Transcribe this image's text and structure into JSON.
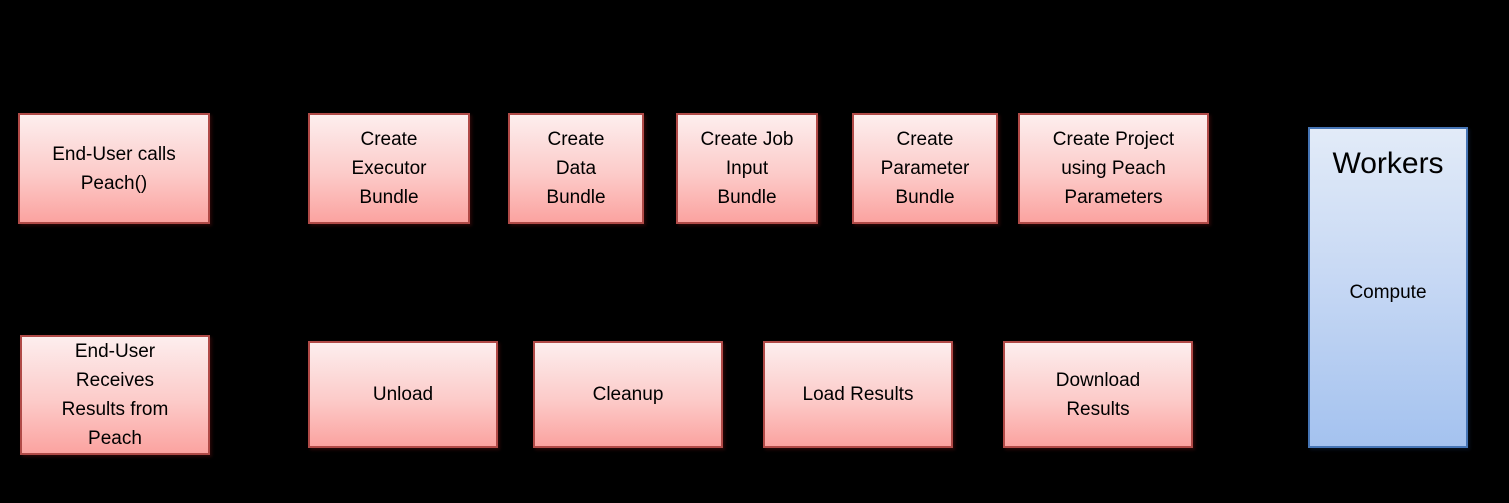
{
  "diagram": {
    "description": "Peach() call flow diagram",
    "background_color": "#000000",
    "colors": {
      "pink_gradient_top": "#fdeeee",
      "pink_gradient_bottom": "#fba3a0",
      "pink_border": "#b04a47",
      "blue_gradient_top": "#e2ebf8",
      "blue_gradient_bottom": "#a4c2ef",
      "blue_border": "#4675b5",
      "text": "#000000",
      "connector": "#000000"
    },
    "top_row": [
      {
        "label": "End-User calls\nPeach()"
      },
      {
        "label": "Create\nExecutor\nBundle"
      },
      {
        "label": "Create\nData\nBundle"
      },
      {
        "label": "Create Job\nInput\nBundle"
      },
      {
        "label": "Create\nParameter\nBundle"
      },
      {
        "label": "Create Project\nusing Peach\nParameters"
      }
    ],
    "bottom_row": [
      {
        "label": "End-User\nReceives\nResults from\nPeach"
      },
      {
        "label": "Unload"
      },
      {
        "label": "Cleanup"
      },
      {
        "label": "Load Results"
      },
      {
        "label": "Download\nResults"
      }
    ],
    "workers": {
      "title": "Workers",
      "subtitle": "Compute"
    }
  }
}
